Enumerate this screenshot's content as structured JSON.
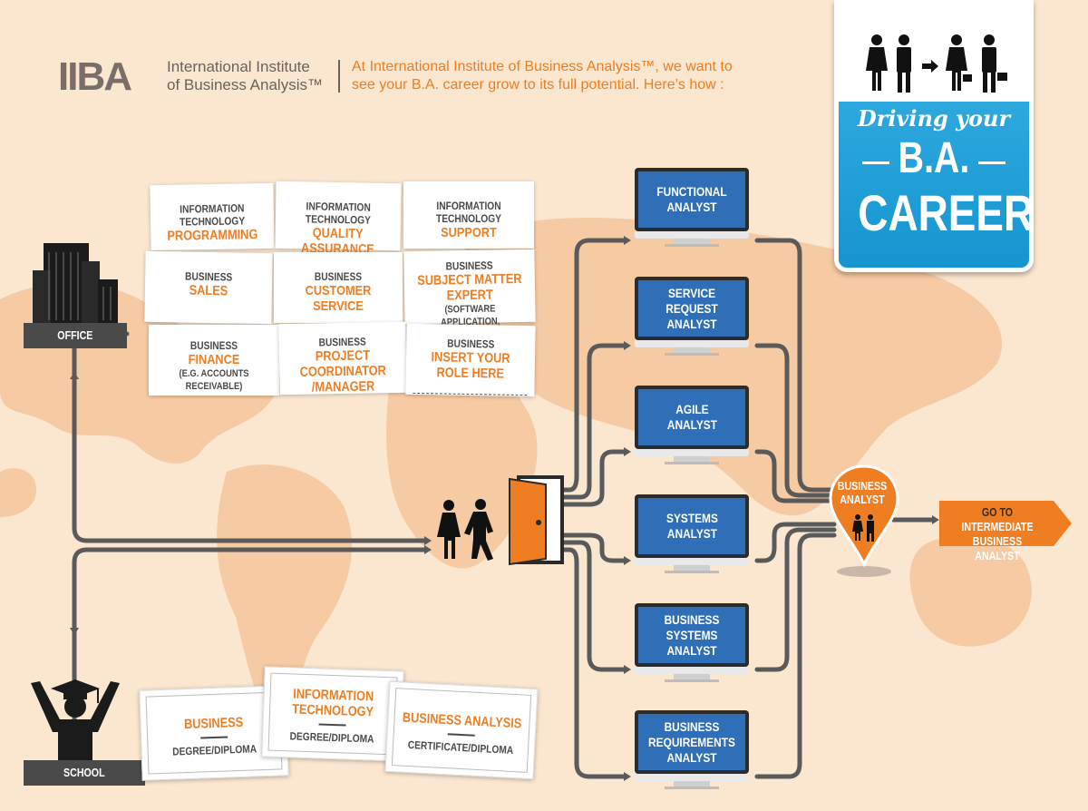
{
  "header": {
    "logo_text": "IIBA",
    "org_line1": "International Institute",
    "org_line2": "of Business Analysis™",
    "tagline_line1": "At International Institute of Business Analysis™, we want to",
    "tagline_line2": "see your B.A. career grow to its full potential. Here’s how :"
  },
  "badge": {
    "subtitle": "Driving your",
    "title_line1": "B.A.",
    "title_line2": "CAREER"
  },
  "office": {
    "label": "OFFICE",
    "cards": [
      {
        "category": "INFORMATION TECHNOLOGY",
        "role": "PROGRAMMING",
        "note": ""
      },
      {
        "category": "INFORMATION TECHNOLOGY",
        "role": "QUALITY ASSURANCE",
        "note": ""
      },
      {
        "category": "INFORMATION TECHNOLOGY",
        "role": "SUPPORT",
        "note": ""
      },
      {
        "category": "BUSINESS",
        "role": "SALES",
        "note": ""
      },
      {
        "category": "BUSINESS",
        "role": "CUSTOMER SERVICE",
        "note": ""
      },
      {
        "category": "BUSINESS",
        "role": "SUBJECT MATTER EXPERT",
        "note": "(SOFTWARE APPLICATION, PROCESSES, POLICY)"
      },
      {
        "category": "BUSINESS",
        "role": "FINANCE",
        "note": "(E.G. ACCOUNTS RECEIVABLE)"
      },
      {
        "category": "BUSINESS",
        "role": "PROJECT COORDINATOR /MANAGER",
        "note": ""
      },
      {
        "category": "BUSINESS",
        "role": "INSERT YOUR ROLE HERE",
        "note": ""
      }
    ]
  },
  "school": {
    "label": "SCHOOL",
    "certificates": [
      {
        "title": "BUSINESS",
        "subtitle": "DEGREE/DIPLOMA"
      },
      {
        "title": "INFORMATION TECHNOLOGY",
        "subtitle": "DEGREE/DIPLOMA"
      },
      {
        "title": "BUSINESS ANALYSIS",
        "subtitle": "CERTIFICATE/DIPLOMA"
      }
    ]
  },
  "roles": [
    "FUNCTIONAL ANALYST",
    "SERVICE REQUEST ANALYST",
    "AGILE ANALYST",
    "SYSTEMS ANALYST",
    "BUSINESS SYSTEMS ANALYST",
    "BUSINESS REQUIREMENTS ANALYST"
  ],
  "destination": {
    "pin_label": "BUSINESS ANALYST",
    "next_prefix": "GO TO",
    "next_highlight": "INTERMEDIATE",
    "next_rest": "BUSINESS ANALYST"
  },
  "colors": {
    "background": "#fbe6d0",
    "map": "#f6caa3",
    "accent_orange": "#ef7d22",
    "badge_blue": "#1695d0",
    "screen_blue": "#2e6fb7",
    "line_gray": "#5a5a5a"
  }
}
